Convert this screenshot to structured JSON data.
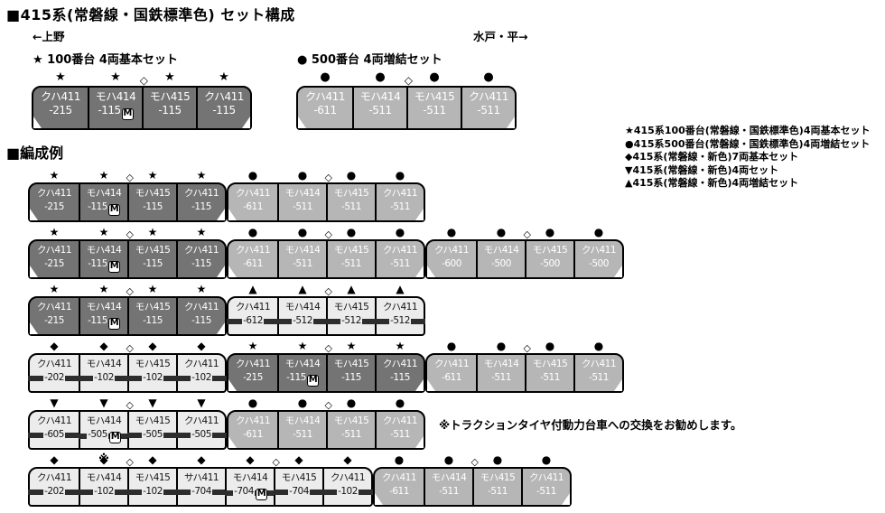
{
  "colors": {
    "background": "#ffffff",
    "dark_car": "#747474",
    "light_car": "#b6b6b6",
    "new_color_car": "#ececec",
    "stripe": "#2d2d2d",
    "car_text_light": "#ffffff",
    "text": "#000000"
  },
  "marks": {
    "diamond": "◇",
    "motor": "M"
  },
  "header": {
    "title": "■415系(常磐線・国鉄標準色) セット構成",
    "direction_left": "←上野",
    "direction_right": "水戸・平→"
  },
  "top_sets": [
    {
      "label": "★ 100番台 4両基本セット",
      "set": {
        "style": "dark",
        "symbol": "★",
        "cars": [
          {
            "name": "クハ411",
            "num": "-215"
          },
          {
            "name": "モハ414",
            "num": "-115",
            "motor": true,
            "diamond": true
          },
          {
            "name": "モハ415",
            "num": "-115"
          },
          {
            "name": "クハ411",
            "num": "-115"
          }
        ]
      }
    },
    {
      "label": "● 500番台 4両増結セット",
      "set": {
        "style": "light",
        "symbol": "●",
        "cars": [
          {
            "name": "クハ411",
            "num": "-611"
          },
          {
            "name": "モハ414",
            "num": "-511",
            "diamond": true
          },
          {
            "name": "モハ415",
            "num": "-511"
          },
          {
            "name": "クハ411",
            "num": "-511"
          }
        ]
      }
    }
  ],
  "formation_section": {
    "heading": "■編成例",
    "note": "※トラクションタイヤ付動力台車への交換をお勧めします。"
  },
  "legend": [
    "★415系100番台(常磐線・国鉄標準色)4両基本セット",
    "●415系500番台(常磐線・国鉄標準色)4両増結セット",
    "◆415系(常磐線・新色)7両基本セット",
    "▼415系(常磐線・新色)4両セット",
    "▲415系(常磐線・新色)4両増結セット"
  ],
  "formations": [
    {
      "sets": [
        {
          "style": "dark",
          "symbol": "★",
          "cars": [
            {
              "name": "クハ411",
              "num": "-215"
            },
            {
              "name": "モハ414",
              "num": "-115",
              "motor": true,
              "diamond": true
            },
            {
              "name": "モハ415",
              "num": "-115"
            },
            {
              "name": "クハ411",
              "num": "-115"
            }
          ]
        },
        {
          "style": "light",
          "symbol": "●",
          "cars": [
            {
              "name": "クハ411",
              "num": "-611"
            },
            {
              "name": "モハ414",
              "num": "-511",
              "diamond": true
            },
            {
              "name": "モハ415",
              "num": "-511"
            },
            {
              "name": "クハ411",
              "num": "-511"
            }
          ]
        }
      ]
    },
    {
      "sets": [
        {
          "style": "dark",
          "symbol": "★",
          "cars": [
            {
              "name": "クハ411",
              "num": "-215"
            },
            {
              "name": "モハ414",
              "num": "-115",
              "motor": true,
              "diamond": true
            },
            {
              "name": "モハ415",
              "num": "-115"
            },
            {
              "name": "クハ411",
              "num": "-115"
            }
          ]
        },
        {
          "style": "light",
          "symbol": "●",
          "cars": [
            {
              "name": "クハ411",
              "num": "-611"
            },
            {
              "name": "モハ414",
              "num": "-511",
              "diamond": true
            },
            {
              "name": "モハ415",
              "num": "-511"
            },
            {
              "name": "クハ411",
              "num": "-511"
            }
          ]
        },
        {
          "style": "light",
          "symbol": "●",
          "cars": [
            {
              "name": "クハ411",
              "num": "-600"
            },
            {
              "name": "モハ414",
              "num": "-500",
              "diamond": true
            },
            {
              "name": "モハ415",
              "num": "-500"
            },
            {
              "name": "クハ411",
              "num": "-500"
            }
          ]
        }
      ]
    },
    {
      "sets": [
        {
          "style": "dark",
          "symbol": "★",
          "cars": [
            {
              "name": "クハ411",
              "num": "-215"
            },
            {
              "name": "モハ414",
              "num": "-115",
              "motor": true,
              "diamond": true
            },
            {
              "name": "モハ415",
              "num": "-115"
            },
            {
              "name": "クハ411",
              "num": "-115"
            }
          ]
        },
        {
          "style": "white",
          "symbol": "▲",
          "cars": [
            {
              "name": "クハ411",
              "num": "-612"
            },
            {
              "name": "モハ414",
              "num": "-512",
              "diamond": true
            },
            {
              "name": "モハ415",
              "num": "-512"
            },
            {
              "name": "クハ411",
              "num": "-512"
            }
          ]
        }
      ]
    },
    {
      "sets": [
        {
          "style": "white",
          "symbol": "◆",
          "cars": [
            {
              "name": "クハ411",
              "num": "-202"
            },
            {
              "name": "モハ414",
              "num": "-102",
              "diamond": true
            },
            {
              "name": "モハ415",
              "num": "-102"
            },
            {
              "name": "クハ411",
              "num": "-102"
            }
          ]
        },
        {
          "style": "dark",
          "symbol": "★",
          "cars": [
            {
              "name": "クハ411",
              "num": "-215"
            },
            {
              "name": "モハ414",
              "num": "-115",
              "motor": true,
              "diamond": true
            },
            {
              "name": "モハ415",
              "num": "-115"
            },
            {
              "name": "クハ411",
              "num": "-115"
            }
          ]
        },
        {
          "style": "light",
          "symbol": "●",
          "cars": [
            {
              "name": "クハ411",
              "num": "-611"
            },
            {
              "name": "モハ414",
              "num": "-511",
              "diamond": true
            },
            {
              "name": "モハ415",
              "num": "-511"
            },
            {
              "name": "クハ411",
              "num": "-511"
            }
          ]
        }
      ]
    },
    {
      "sets": [
        {
          "style": "white",
          "symbol": "▼",
          "cars": [
            {
              "name": "クハ411",
              "num": "-605"
            },
            {
              "name": "モハ414",
              "num": "-505",
              "motor": true,
              "diamond": true,
              "footnote": "※"
            },
            {
              "name": "モハ415",
              "num": "-505"
            },
            {
              "name": "クハ411",
              "num": "-505"
            }
          ]
        },
        {
          "style": "light",
          "symbol": "●",
          "cars": [
            {
              "name": "クハ411",
              "num": "-611"
            },
            {
              "name": "モハ414",
              "num": "-511",
              "diamond": true
            },
            {
              "name": "モハ415",
              "num": "-511"
            },
            {
              "name": "クハ411",
              "num": "-511"
            }
          ]
        }
      ]
    },
    {
      "sets": [
        {
          "style": "white",
          "symbol": "◆",
          "cars": [
            {
              "name": "クハ411",
              "num": "-202"
            },
            {
              "name": "モハ414",
              "num": "-102",
              "diamond": true
            },
            {
              "name": "モハ415",
              "num": "-102"
            },
            {
              "name": "サハ411",
              "num": "-704"
            },
            {
              "name": "モハ414",
              "num": "-704",
              "motor": true,
              "diamond": true
            },
            {
              "name": "モハ415",
              "num": "-704"
            },
            {
              "name": "クハ411",
              "num": "-102"
            }
          ]
        },
        {
          "style": "light",
          "symbol": "●",
          "cars": [
            {
              "name": "クハ411",
              "num": "-611"
            },
            {
              "name": "モハ414",
              "num": "-511",
              "diamond": true
            },
            {
              "name": "モハ415",
              "num": "-511"
            },
            {
              "name": "クハ411",
              "num": "-511"
            }
          ]
        }
      ]
    }
  ]
}
